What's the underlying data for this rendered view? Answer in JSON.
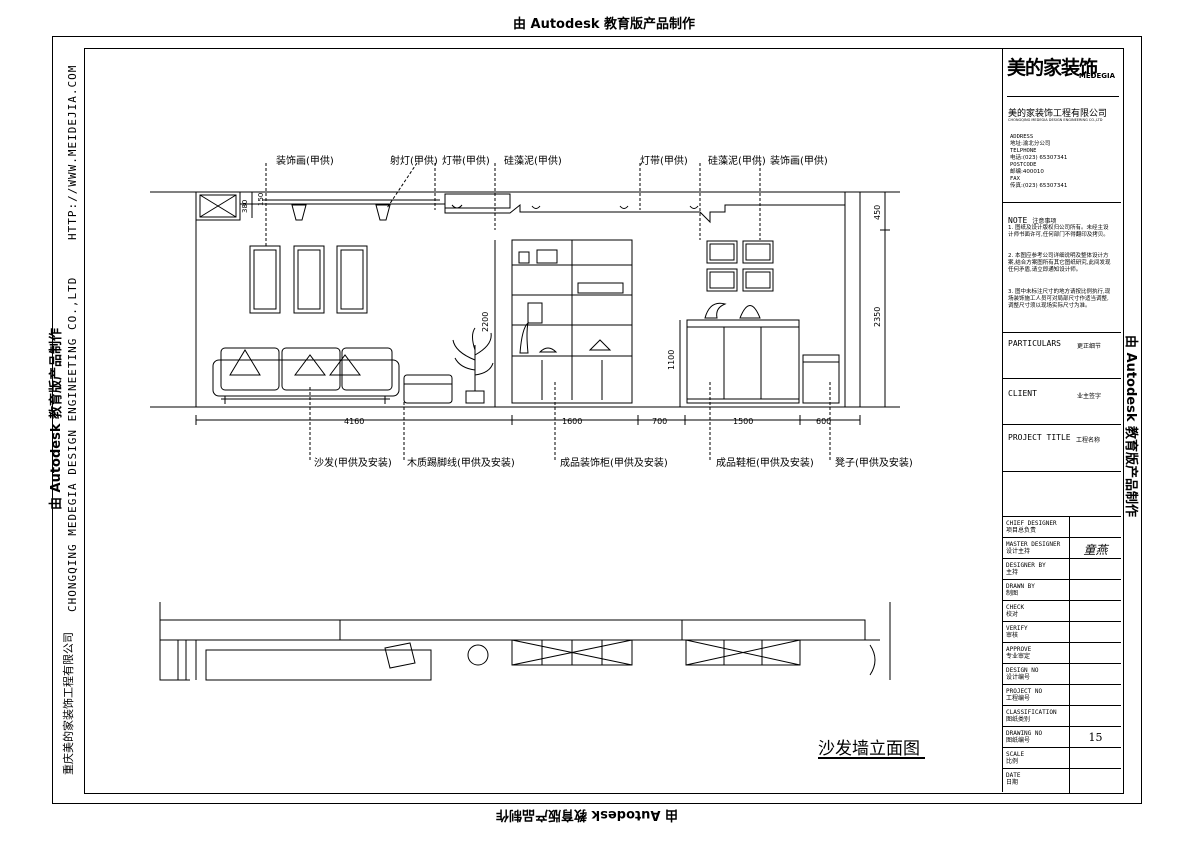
{
  "watermark": "由 Autodesk 教育版产品制作",
  "side": {
    "company_cn": "重庆美的家装饰工程有限公司",
    "company_en": "CHONGQING MEDEGIA DESIGN ENGINEETING CO.,LTD",
    "url": "HTTP://WWW.MEIDEJIA.COM"
  },
  "title_block": {
    "logo_text": "美的家装饰",
    "logo_sub": "MEDEGIA",
    "company_name": "美的家装饰工程有限公司",
    "company_en": "CHONGQING MEDEGIA DESIGN ENGINEERING CO.,LTD",
    "address_label": "ADDRESS",
    "address_value": "地址:渝北分公司",
    "tel_label": "TELPHONE",
    "tel_value": "电话:(023) 65307341",
    "postcode_label": "POSTCODE",
    "postcode_value": "邮编:400010",
    "fax_label": "FAX",
    "fax_value": "传真:(023) 65307341",
    "note_title": "NOTE",
    "note_sub": "注意事项",
    "notes": [
      "1.  图纸及设计版权归公司所有。未经主设计师书面许可,任何部门不得翻印及拷贝。",
      "2.  本图应参考公司详细说明及整体设计方案,结合方案图所有其它图纸研究,此间发现任何矛盾,请立即通知设计师。",
      "3.  图中未标注尺寸的地方请按比例执行,现场装饰施工人员可对局部尺寸作适当调整,调整尺寸须以现场实际尺寸为准。"
    ],
    "particulars_label": "PARTICULARS",
    "particulars_value": "更正细节",
    "client_label": "CLIENT",
    "client_value": "业主签字",
    "project_title_label": "PROJECT TITLE",
    "project_title_value": "工程名称",
    "rows": [
      {
        "en": "CHIEF DESIGNER",
        "cn": "项目总负责",
        "value": ""
      },
      {
        "en": "MASTER DESIGNER",
        "cn": "设计主持",
        "value": "童燕"
      },
      {
        "en": "DESIGNER BY",
        "cn": "主持",
        "value": ""
      },
      {
        "en": "DRAWN BY",
        "cn": "制图",
        "value": ""
      },
      {
        "en": "CHECK",
        "cn": "校对",
        "value": ""
      },
      {
        "en": "VERIFY",
        "cn": "审核",
        "value": ""
      },
      {
        "en": "APPROVE",
        "cn": "专业审定",
        "value": ""
      },
      {
        "en": "DESIGN NO",
        "cn": "设计编号",
        "value": ""
      },
      {
        "en": "PROJECT NO",
        "cn": "工程编号",
        "value": ""
      },
      {
        "en": "CLASSIFICATION",
        "cn": "图纸类别",
        "value": ""
      },
      {
        "en": "DRAWING NO",
        "cn": "图纸编号",
        "value": "15"
      },
      {
        "en": "SCALE",
        "cn": "比例",
        "value": ""
      },
      {
        "en": "DATE",
        "cn": "日期",
        "value": ""
      }
    ]
  },
  "drawing": {
    "title": "沙发墙立面图",
    "top_labels": [
      "装饰画(甲供)",
      "射灯(甲供)",
      "灯带(甲供)",
      "硅藻泥(甲供)",
      "灯带(甲供)",
      "硅藻泥(甲供)",
      "装饰画(甲供)"
    ],
    "bottom_labels": [
      "沙发(甲供及安装)",
      "木质踢脚线(甲供及安装)",
      "成品装饰柜(甲供及安装)",
      "成品鞋柜(甲供及安装)",
      "凳子(甲供及安装)"
    ],
    "dims_horizontal": [
      "4160",
      "1600",
      "700",
      "1500",
      "600"
    ],
    "dims_vertical": [
      "380",
      "150",
      "2200",
      "1100",
      "450",
      "2350"
    ]
  }
}
